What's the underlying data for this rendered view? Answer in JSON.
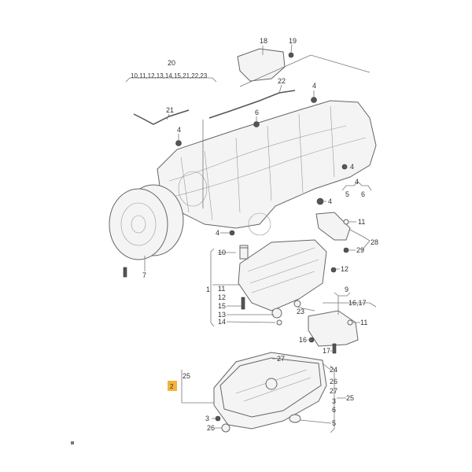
{
  "diagram": {
    "callouts": {
      "c18": "18",
      "c19": "19",
      "c20": "20",
      "group20": "10,11,12,13,14,15,21,22,23",
      "c22": "22",
      "c4a": "4",
      "c21": "21",
      "c6a": "6",
      "c4b": "4",
      "c4c": "4",
      "c4d": "4",
      "c5a": "5",
      "c6b": "6",
      "c4e": "4",
      "c4f": "4",
      "c11a": "11",
      "c28": "28",
      "c29": "29",
      "c7": "7",
      "c10": "10",
      "c12a": "12",
      "c1": "1",
      "c11b": "11",
      "c12b": "12",
      "c15": "15",
      "c13": "13",
      "c14": "14",
      "c23": "23",
      "c9": "9",
      "group9": "16,17",
      "c11c": "11",
      "c16": "16",
      "c17": "17",
      "c27a": "27",
      "c24": "24",
      "c25a": "25",
      "c2": "2",
      "c26a": "26",
      "c27b": "27",
      "c3a": "3",
      "c25b": "25",
      "c6c": "6",
      "c5b": "5",
      "c3b": "3",
      "c26b": "26"
    },
    "highlight_color": "#f2b33d"
  }
}
